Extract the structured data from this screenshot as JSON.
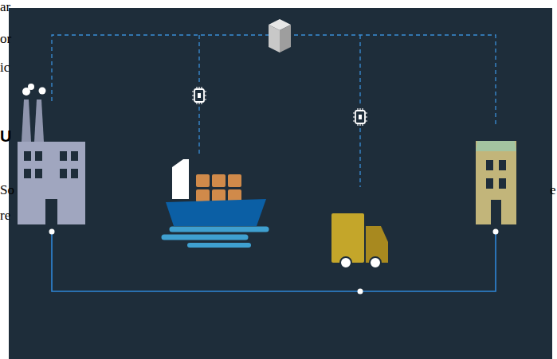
{
  "diagram": {
    "labels": [
      "ar",
      "or",
      "ic",
      "U",
      "So",
      "re",
      "e"
    ]
  }
}
